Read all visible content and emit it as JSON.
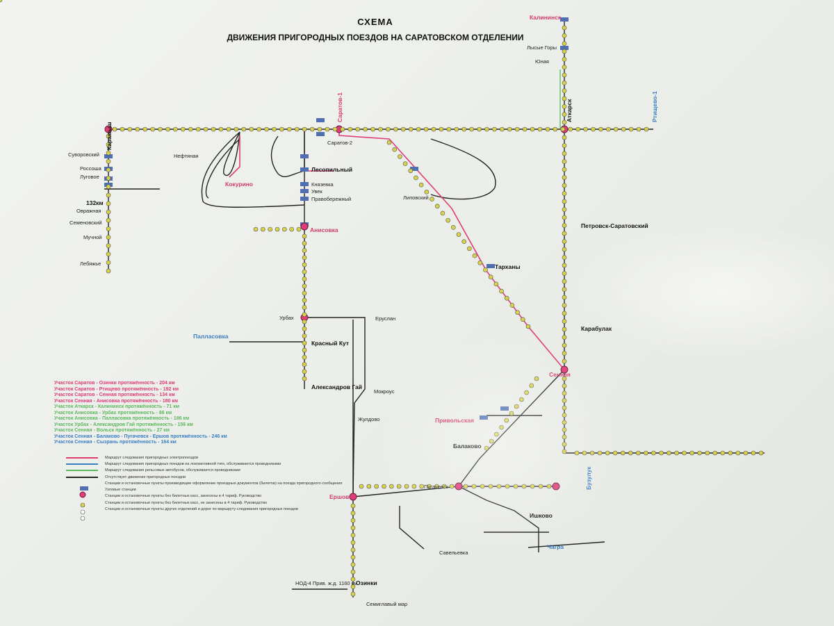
{
  "title": {
    "line1": "СХЕМА",
    "line2": "ДВИЖЕНИЯ ПРИГОРОДНЫХ ПОЕЗДОВ НА САРАТОВСКОМ ОТДЕЛЕНИИ"
  },
  "colors": {
    "line": "#222222",
    "electric": "#e03c78",
    "station": "#d8d24a",
    "terminal": "#4f6fb0",
    "accent": "#3a7fc4"
  },
  "stations": {
    "kalininsk": "Калининск",
    "lysye_gory": "Лысые Горы",
    "yunaya": "Юная",
    "saratov1": "Саратов-1",
    "saratov2": "Саратов-2",
    "karamysh": "Карамыш",
    "atkarsk": "Аткарск",
    "rtishchevo": "Ртищево-1",
    "nefetyanaya": "Нефтяная",
    "kokurino": "Кокурино",
    "leso": "Лесопильный",
    "knyazevka": "Князевка",
    "uvek": "Увек",
    "pravoberezh": "Правобережный",
    "anisovka": "Анисовка",
    "urbakh": "Урбах",
    "eruslan": "Еруслан",
    "krasny_kut": "Красный Кут",
    "aleksandrov_gai": "Александров Гай",
    "pallasovka": "Палласовка",
    "mokrous": "Мокроус",
    "zhuldovo": "Жулдово",
    "ershov": "Ершов",
    "ozinki": "Озинки",
    "tarkhany": "Тарханы",
    "lipovsky": "Липовский",
    "senyaya": "Сенная",
    "karabulak": "Карабулак",
    "petrovsk": "Петровск-Саратовский",
    "balakovo": "Балаково",
    "privolskaya": "Привольская",
    "pugachevsk": "Пугачевск",
    "ishkovo": "Ишково",
    "savelievka": "Савельевка",
    "suvorovsky": "Суворовский",
    "rossosha": "Россоша",
    "lugovoe": "Луговое",
    "km132": "132км",
    "ovrazhnaya": "Овражная",
    "semenovsky": "Семеновский",
    "muchnoi": "Мучной",
    "lebyazhye": "Лебяжье",
    "ozinki_note": "НОД-4 Прив. ж.д. 1160 км",
    "ozinki_bottom": "Семиглавый мар",
    "chagra": "Чагра",
    "buzuluk": "Бузулук"
  },
  "legend_routes": [
    {
      "text": "Участок Саратов - Озинки протяжённость - 204 км",
      "color": "#e03c78"
    },
    {
      "text": "Участок Саратов - Ртищево протяжённость - 192 км",
      "color": "#e03c78"
    },
    {
      "text": "Участок Саратов - Сенная протяжённость - 134 км",
      "color": "#e03c78"
    },
    {
      "text": "Участок Сенная - Анисовка протяжённость - 180 км",
      "color": "#e03c78"
    },
    {
      "text": "Участок Аткарск - Калининск протяжённость - 71 км",
      "color": "#5cb85c"
    },
    {
      "text": "Участок Анисовка - Урбах протяжённость - 86 км",
      "color": "#5cb85c"
    },
    {
      "text": "Участок Анисовка - Палласовка протяжённость - 186 км",
      "color": "#5cb85c"
    },
    {
      "text": "Участок Урбах - Александров Гай протяжённость - 156 км",
      "color": "#5cb85c"
    },
    {
      "text": "Участок Сенная - Вольск протяжённость - 27 км",
      "color": "#5cb85c"
    },
    {
      "text": "Участок Сенная - Балаково - Пугачевск - Ершов протяжённость - 246 км",
      "color": "#3a7fc4"
    },
    {
      "text": "Участок Сенная - Сызрань протяжённость - 164 км",
      "color": "#3a7fc4"
    }
  ],
  "legend_keys": [
    "Маршрут следования пригородных электропоездов",
    "Маршрут следования пригородных поездов на локомотивной тяге, обслуживается проводниками",
    "Маршрут следования рельсовых автобусов, обслуживается проводниками",
    "Отсутствует движение пригородных поездов",
    "Станции и остановочные пункты производящие оформление проездных документов (билетов) на поезда пригородного сообщения",
    "Узловые станции",
    "Станции и остановочные пункты без билетных касс, занесены в 4 тариф. Руководство",
    "Станции и остановочные пункты без билетных касс, не занесены в 4 тариф. Руководство",
    "Станции и остановочные пункты других отделений и дорог по маршруту следования пригородных поездов"
  ]
}
